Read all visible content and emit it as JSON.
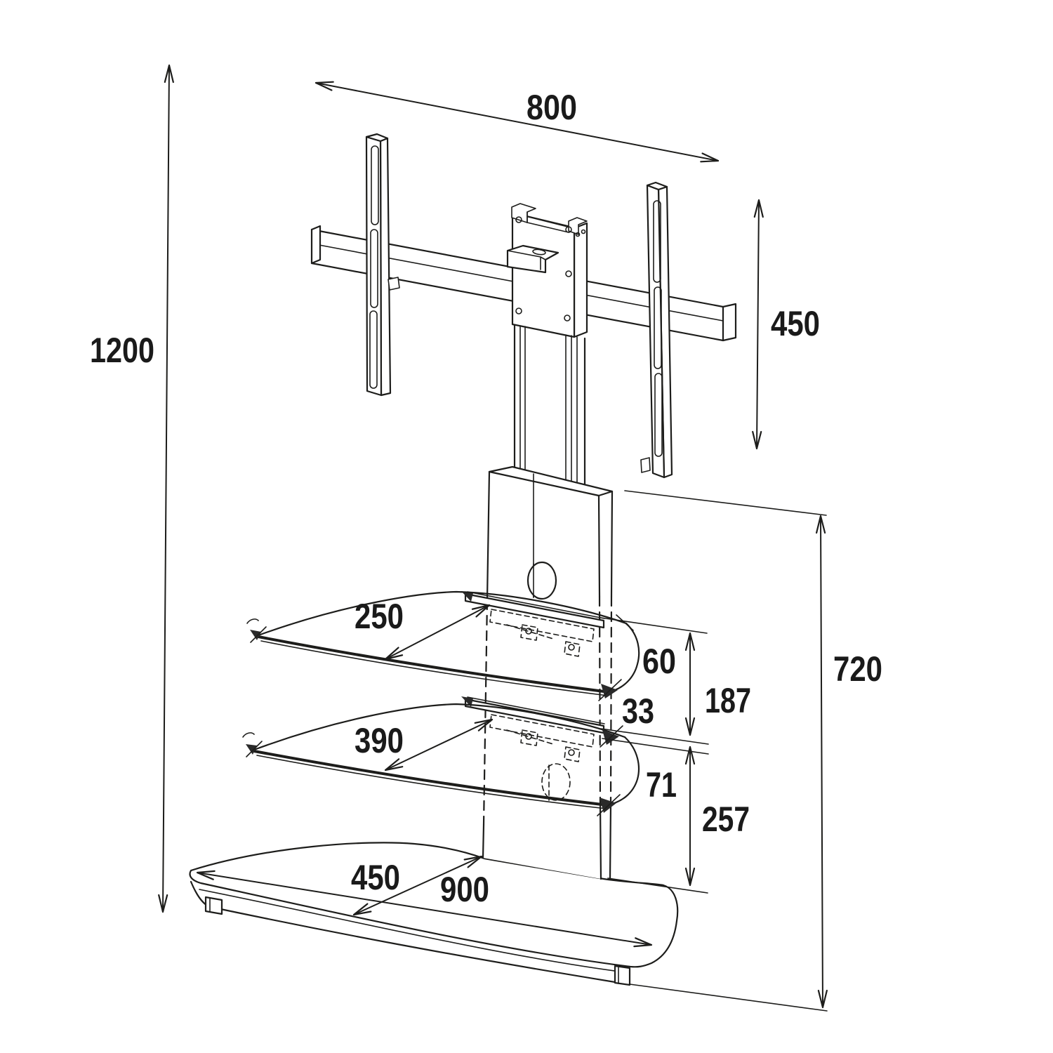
{
  "colors": {
    "ink": "#1d1d1b",
    "paper": "#ffffff"
  },
  "dims": {
    "mount_width": "800",
    "mount_height": "450",
    "overall_height": "1200",
    "shelf1_depth": "250",
    "shelf1_end_height": "60",
    "shelf_spacing": "187",
    "shelf_gap": "33",
    "shelf2_depth": "390",
    "shelf2_end_height": "71",
    "shelf2_to_base": "257",
    "base_depth": "450",
    "base_width": "900",
    "column_height": "720"
  }
}
